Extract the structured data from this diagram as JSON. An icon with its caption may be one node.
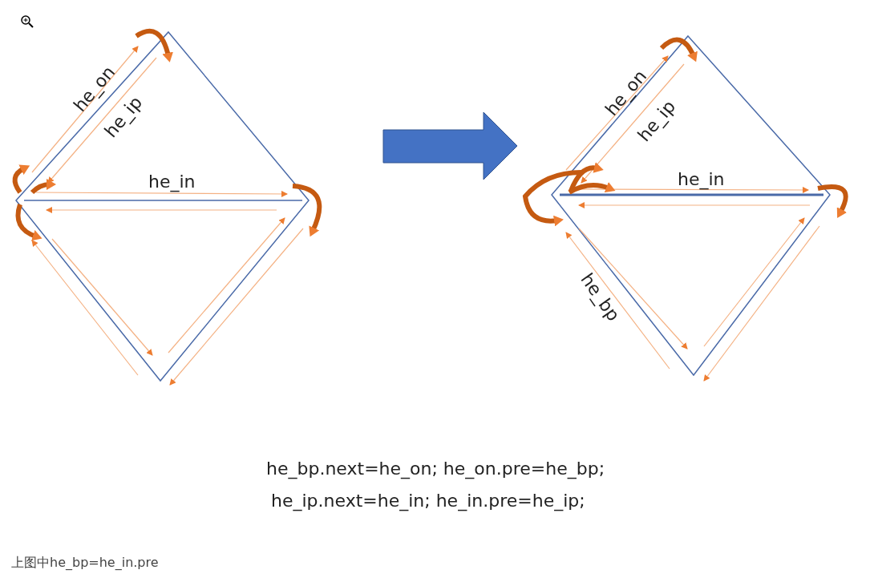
{
  "diagram": {
    "caption": "上图中he_bp=he_in.pre",
    "labels": [
      "he_on",
      "he_ip",
      "he_in",
      "he_on",
      "he_ip",
      "he_in",
      "he_bp",
      "he_bp.next=he_on; he_on.pre=he_bp;",
      "he_ip.next=he_in; he_in.pre=he_ip;"
    ]
  }
}
